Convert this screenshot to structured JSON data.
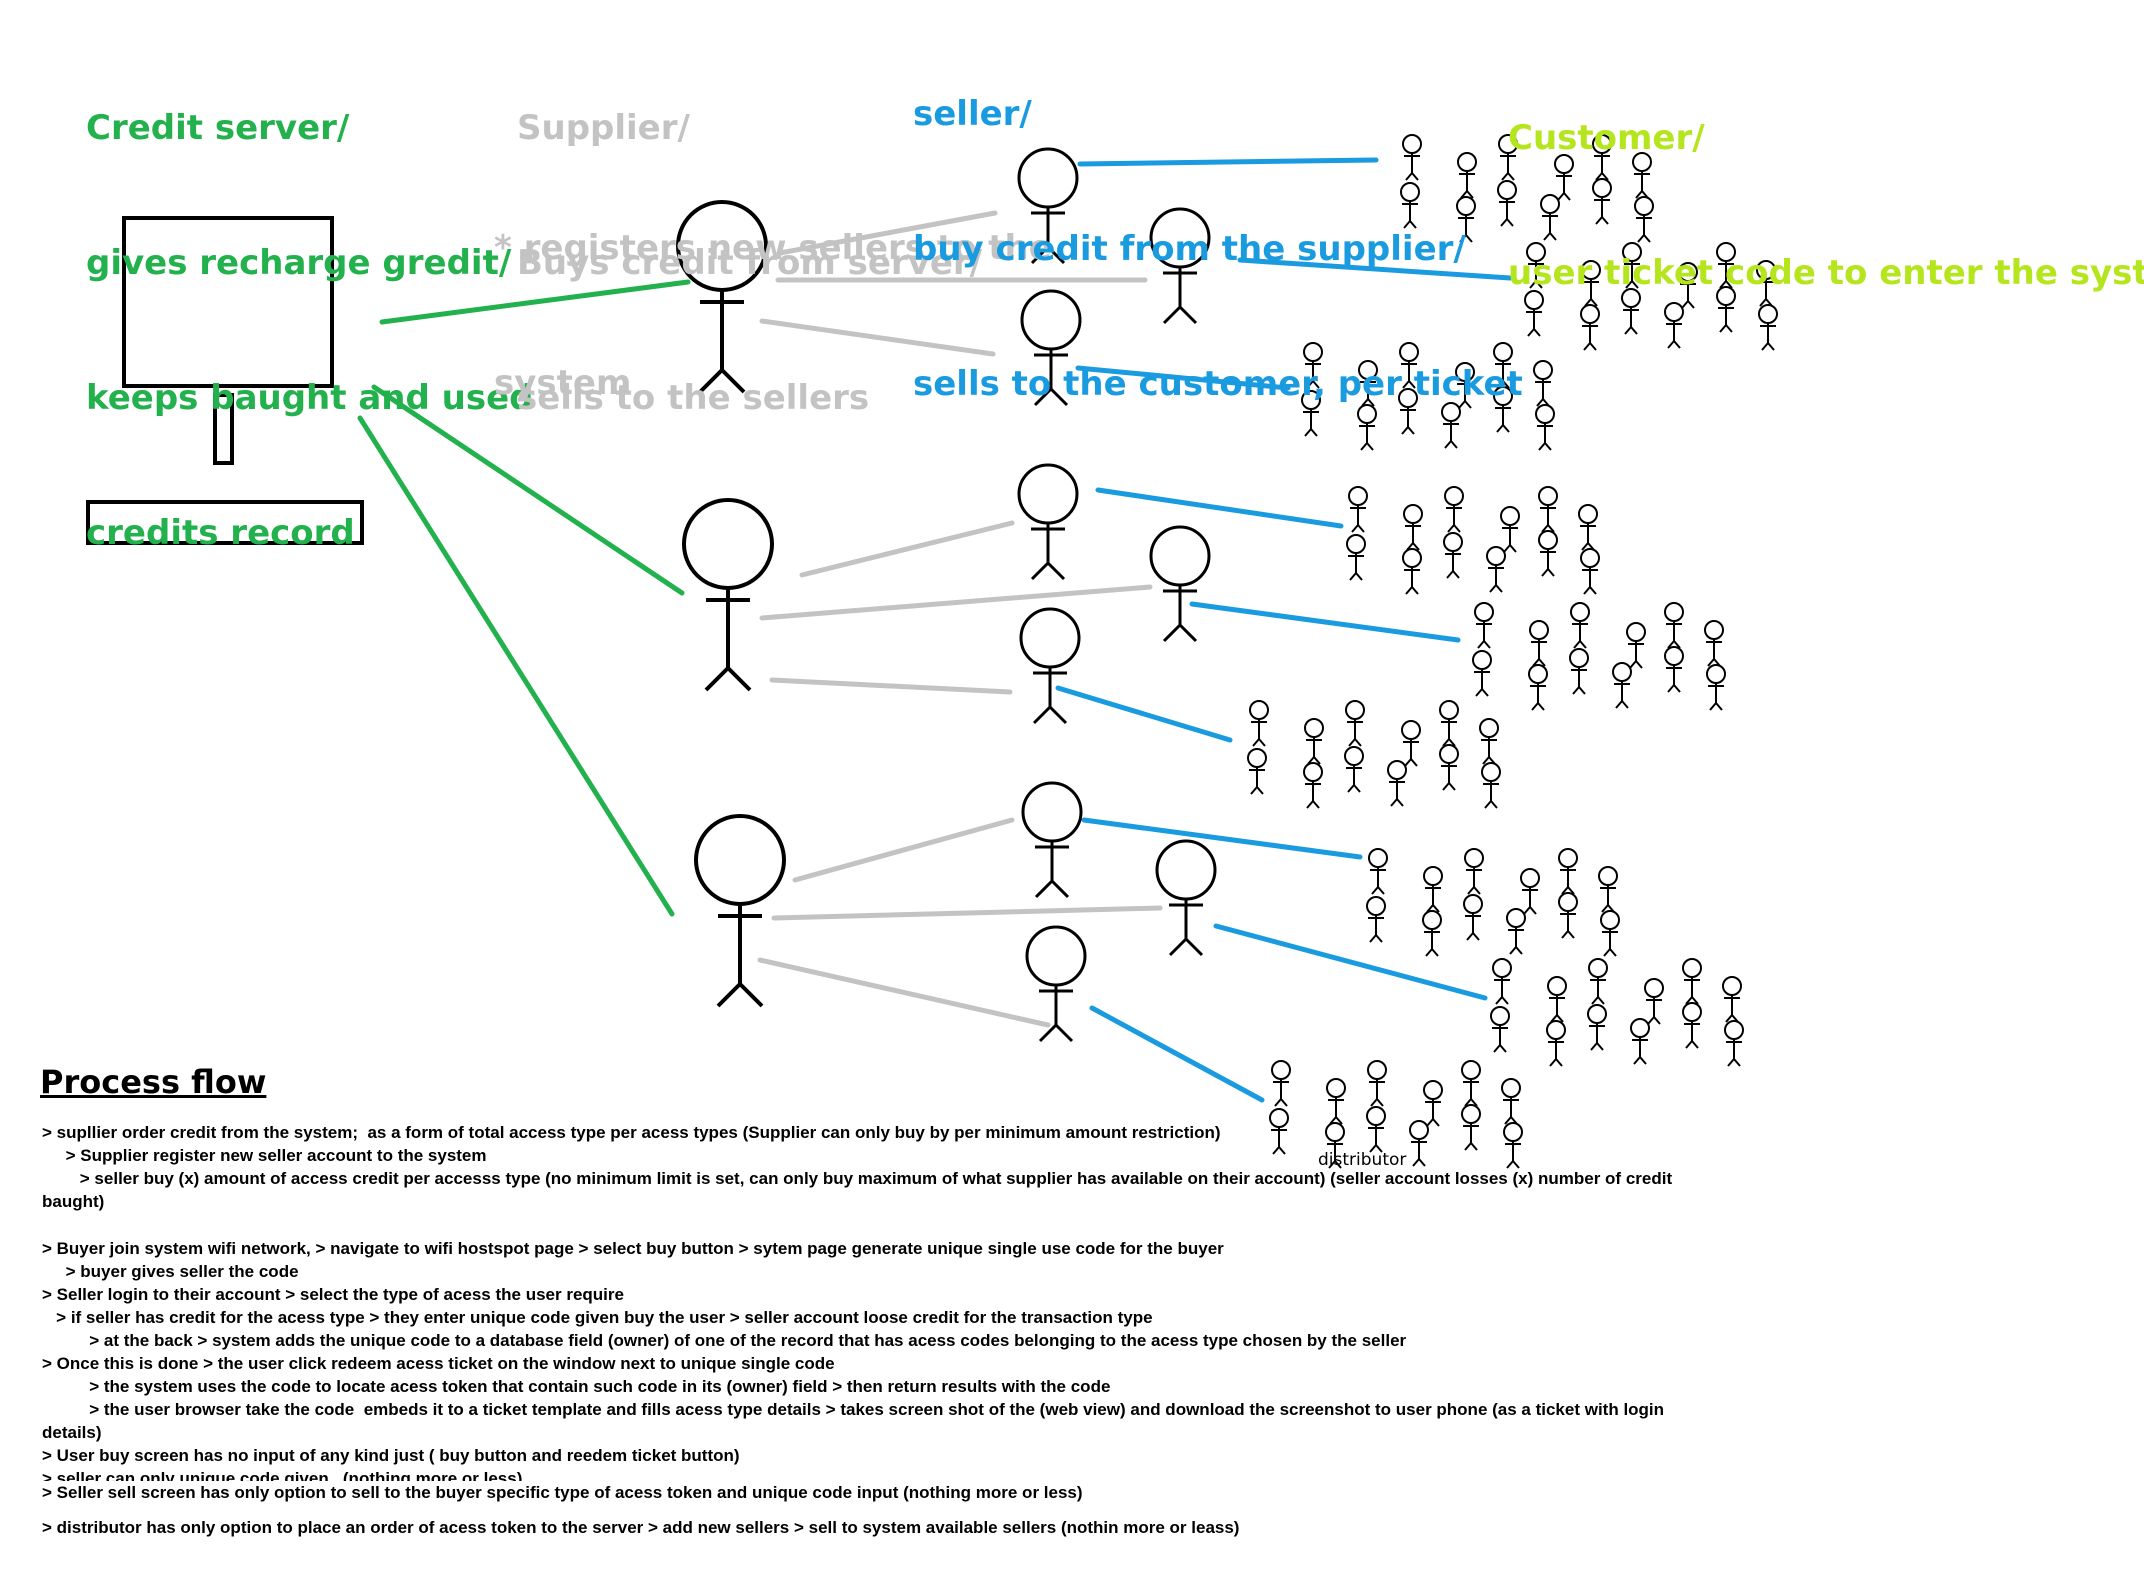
{
  "headings": {
    "server": [
      "Credit server/",
      "gives recharge gredit/",
      "keeps baught and used",
      "credits record"
    ],
    "supplier": [
      "Supplier/",
      "Buys credit from server/",
      "sells to the sellers"
    ],
    "supplier_note": [
      "* registers new sellers to the",
      "system"
    ],
    "seller": [
      "seller/",
      "buy credit from the supplier/",
      "sells to the customer, per ticket"
    ],
    "customer": [
      "Customer/",
      "user ticket code to enter the system"
    ]
  },
  "distributor_label": "distributor",
  "process_flow": {
    "title": "Process flow",
    "lines": [
      "> supllier order credit from the system;  as a form of total access type per acess types (Supplier can only buy by per minimum amount restriction)",
      "     > Supplier register new seller account to the system",
      "        > seller buy (x) amount of access credit per accesss type (no minimum limit is set, can only buy maximum of what supplier has available on their account) (seller account losses (x) number of credit",
      "baught)",
      "> Buyer join system wifi network, > navigate to wifi hostspot page > select buy button > sytem page generate unique single use code for the buyer",
      "     > buyer gives seller the code",
      "> Seller login to their account > select the type of acess the user require",
      "   > if seller has credit for the acess type > they enter unique code given buy the user > seller account loose credit for the transaction type",
      "          > at the back > system adds the unique code to a database field (owner) of one of the record that has acess codes belonging to the acess type chosen by the seller",
      "> Once this is done > the user click redeem acess ticket on the window next to unique single code",
      "          > the system uses the code to locate acess token that contain such code in its (owner) field > then return results with the code",
      "          > the user browser take the code  embeds it to a ticket template and fills acess type details > takes screen shot of the (web view) and download the screenshot to user phone (as a ticket with login",
      "details)",
      "> User buy screen has no input of any kind just ( buy button and reedem ticket button)",
      "> seller can only unique code given   (nothing more or less)",
      "> Seller sell screen has only option to sell to the buyer specific type of acess token and unique code input (nothing more or less)",
      "> distributor has only option to place an order of acess token to the server > add new sellers > sell to system available sellers (nothin more or leass)"
    ]
  },
  "colors": {
    "server_line": "#22b14c",
    "supplier_line": "#c3c3c3",
    "seller_line": "#1a9be0",
    "customer_text": "#b5e61d",
    "stroke": "#000000"
  },
  "structure": {
    "suppliers": 3,
    "sellers_per_supplier": 3,
    "customers_per_group": 12
  }
}
